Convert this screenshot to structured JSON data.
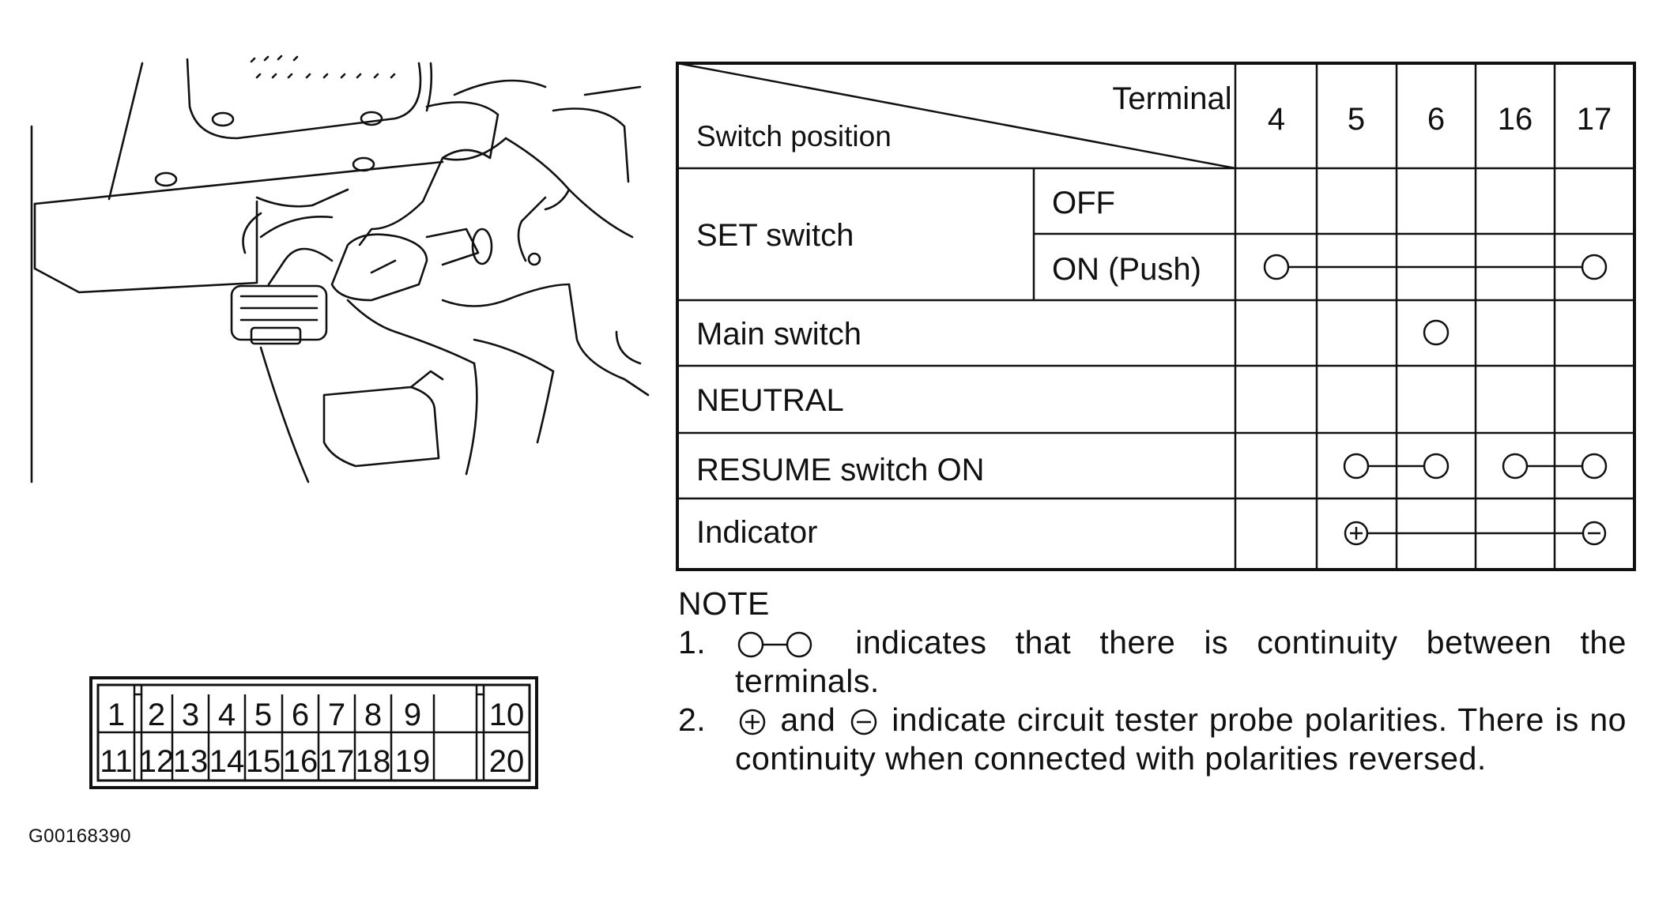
{
  "table": {
    "header_terminal": "Terminal",
    "header_switch_position": "Switch position",
    "terminals": [
      "4",
      "5",
      "6",
      "16",
      "17"
    ],
    "rows": [
      {
        "label": "SET switch",
        "sub": "OFF",
        "marks": "none"
      },
      {
        "label": "SET switch",
        "sub": "ON (Push)",
        "marks": "continuity 4-17"
      },
      {
        "label": "Main switch",
        "sub": "",
        "marks": "circle 6"
      },
      {
        "label": "NEUTRAL",
        "sub": "",
        "marks": "none"
      },
      {
        "label": "RESUME switch ON",
        "sub": "",
        "marks": "continuity 5-6, 16-17"
      },
      {
        "label": "Indicator",
        "sub": "",
        "marks": "plus 5, minus 17"
      }
    ],
    "set_switch": "SET switch",
    "off": "OFF",
    "on_push": "ON (Push)",
    "main_switch": "Main switch",
    "neutral": "NEUTRAL",
    "resume": "RESUME switch ON",
    "indicator": "Indicator"
  },
  "note": {
    "title": "NOTE",
    "item1_num": "1.",
    "item1_text": "indicates that there is continuity between the terminals.",
    "item2_num": "2.",
    "item2_and": "and",
    "item2_text": "indicate circuit tester probe polarities. There is no continuity when connected with polarities reversed."
  },
  "connector": {
    "top_row": [
      "1",
      "2",
      "3",
      "4",
      "5",
      "6",
      "7",
      "8",
      "9",
      "10"
    ],
    "bottom_row": [
      "11",
      "12",
      "13",
      "14",
      "15",
      "16",
      "17",
      "18",
      "19",
      "20"
    ]
  },
  "figure_code": "G00168390"
}
